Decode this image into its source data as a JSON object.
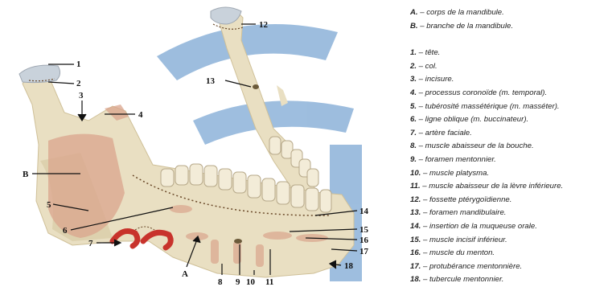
{
  "colors": {
    "bone": "#e9dfc2",
    "bone_shadow": "#d2c39a",
    "cartilage": "#c9d2db",
    "muscle": "#d9a48c",
    "tooth": "#f3ecd8",
    "artery": "#c8332c",
    "watermark": "#4e88c4",
    "leader": "#111111"
  },
  "figure": {
    "labels": {
      "n1": "1",
      "n2": "2",
      "n3": "3",
      "n4": "4",
      "n5": "5",
      "n6": "6",
      "n7": "7",
      "n8": "8",
      "n9": "9",
      "n10": "10",
      "n11": "11",
      "n12": "12",
      "n13": "13",
      "n14": "14",
      "n15": "15",
      "n16": "16",
      "n17": "17",
      "n18": "18",
      "A": "A",
      "B": "B"
    }
  },
  "legend": {
    "regions": [
      {
        "key": "A.",
        "text": " – corps de la mandibule."
      },
      {
        "key": "B.",
        "text": " – branche de la mandibule."
      }
    ],
    "items": [
      {
        "key": "1.",
        "text": " – tête."
      },
      {
        "key": "2.",
        "text": " – col."
      },
      {
        "key": "3.",
        "text": " – incisure."
      },
      {
        "key": "4.",
        "text": " – processus coronoïde (m. temporal)."
      },
      {
        "key": "5.",
        "text": " – tubérosité massétérique (m. masséter)."
      },
      {
        "key": "6.",
        "text": " – ligne oblique (m. buccinateur)."
      },
      {
        "key": "7.",
        "text": " – artère faciale."
      },
      {
        "key": "8.",
        "text": " – muscle abaisseur de la bouche."
      },
      {
        "key": "9.",
        "text": " – foramen mentonnier."
      },
      {
        "key": "10.",
        "text": " – muscle platysma."
      },
      {
        "key": "11.",
        "text": " – muscle abaisseur de la lèvre inférieure."
      },
      {
        "key": "12.",
        "text": " – fossette ptérygoïdienne."
      },
      {
        "key": "13.",
        "text": " – foramen mandibulaire."
      },
      {
        "key": "14.",
        "text": " – insertion de la muqueuse orale."
      },
      {
        "key": "15.",
        "text": " – muscle incisif inférieur."
      },
      {
        "key": "16.",
        "text": " – muscle du menton."
      },
      {
        "key": "17.",
        "text": " – protubérance mentonnière."
      },
      {
        "key": "18.",
        "text": " – tubercule mentonnier."
      }
    ]
  }
}
